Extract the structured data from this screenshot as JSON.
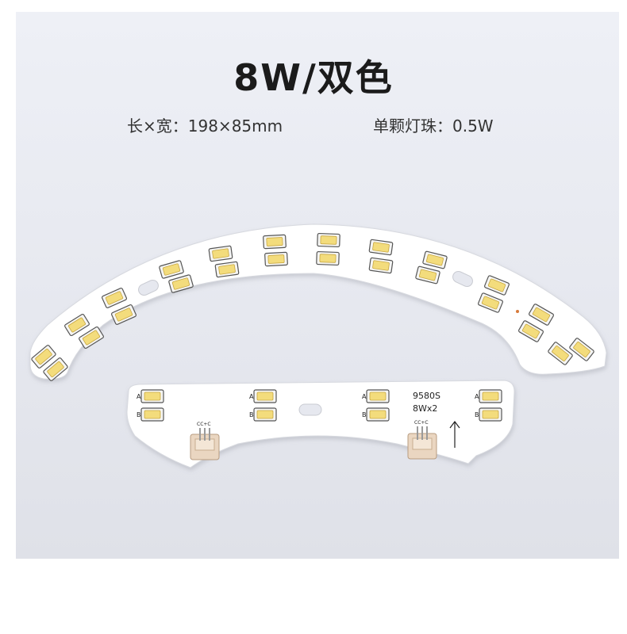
{
  "header": {
    "title": "8W/双色",
    "spec_size": "长×宽：198×85mm",
    "spec_power": "单颗灯珠：0.5W"
  },
  "board": {
    "model": "9580S",
    "rating": "8Wx2",
    "channel_a": "A",
    "channel_b": "B",
    "connector_pins": "CC+C"
  },
  "colors": {
    "background": "#e6e8ef",
    "pcb": "#ffffff",
    "led_phosphor": "#f3dc7c",
    "connector": "#ead6c1"
  }
}
